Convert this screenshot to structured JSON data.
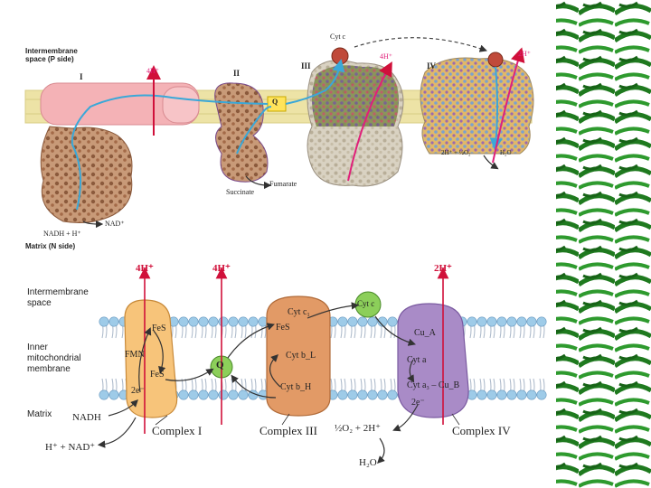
{
  "top": {
    "intermembrane": "Intermembrane",
    "space_p": "space (P side)",
    "complex_I": "I",
    "complex_II": "II",
    "complex_III": "III",
    "complex_IV": "IV",
    "four_h_1": "4H⁺",
    "four_h_2": "4H⁺",
    "two_h": "2H⁺",
    "cyt_c": "Cyt c",
    "q": "Q",
    "succinate": "Succinate",
    "fumarate": "Fumarate",
    "nad_plus": "NAD⁺",
    "nadh": "NADH + H⁺",
    "matrix_n": "Matrix (N side)",
    "o2_reaction": "2H⁺ + ½O₂",
    "h2o": "H₂O"
  },
  "bottom": {
    "intermembrane": "Intermembrane",
    "space": "space",
    "inner": "Inner",
    "mitochondrial": "mitochondrial",
    "membrane": "membrane",
    "matrix": "Matrix",
    "four_h_1": "4H⁺",
    "four_h_2": "4H⁺",
    "two_h": "2H⁺",
    "fes_1": "FeS",
    "fmn": "FMN",
    "fes_2": "FeS",
    "two_e_1": "2e⁻",
    "nadh": "NADH",
    "nad_reaction": "H⁺ + NAD⁺",
    "complex_I": "Complex I",
    "q": "Q",
    "cyt_c1": "Cyt c₁",
    "fes_3": "FeS",
    "cyt_bl": "Cyt b_L",
    "cyt_bh": "Cyt b_H",
    "complex_III": "Complex III",
    "cyt_c": "Cyt c",
    "cu_a": "Cu_A",
    "cyt_a": "Cyt a",
    "cyt_a3_cub": "Cyt a₃ – Cu_B",
    "two_e_2": "2e⁻",
    "complex_IV": "Complex IV",
    "o2_reaction": "½O₂ + 2H⁺",
    "h2o": "H₂O"
  },
  "colors": {
    "membrane_top": "#ede3a6",
    "complex_I_top": "#f4b2b6",
    "complex_I_bottom": "#f7c47a",
    "complex_III_bottom": "#e29a66",
    "complex_IV_bottom": "#a98bc7",
    "q_ball": "#8ccf5a",
    "proton_arrow": "#d0103a",
    "electron_path": "#3aa8d8",
    "head_groups": "#9ecbe8",
    "leaves": "#1f7a1f"
  }
}
